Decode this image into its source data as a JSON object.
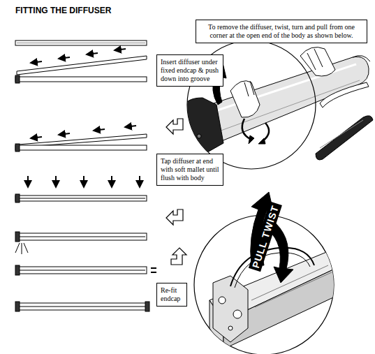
{
  "diagram": {
    "title": "FITTING THE DIFFUSER",
    "nodes": [
      {
        "text": [
          "To remove the diffuser, twist, turn and pull from one corner at the open end of the body as shown below."
        ]
      },
      {
        "text": [
          "Insert diffuser under fixed endcap & push down into groove"
        ]
      },
      {
        "text": [
          "Tap diffuser at end with soft mallet until flush with body"
        ]
      },
      {
        "text": [
          "Re-fit endcap"
        ]
      }
    ],
    "labels": [
      "PULL TWIST"
    ]
  }
}
